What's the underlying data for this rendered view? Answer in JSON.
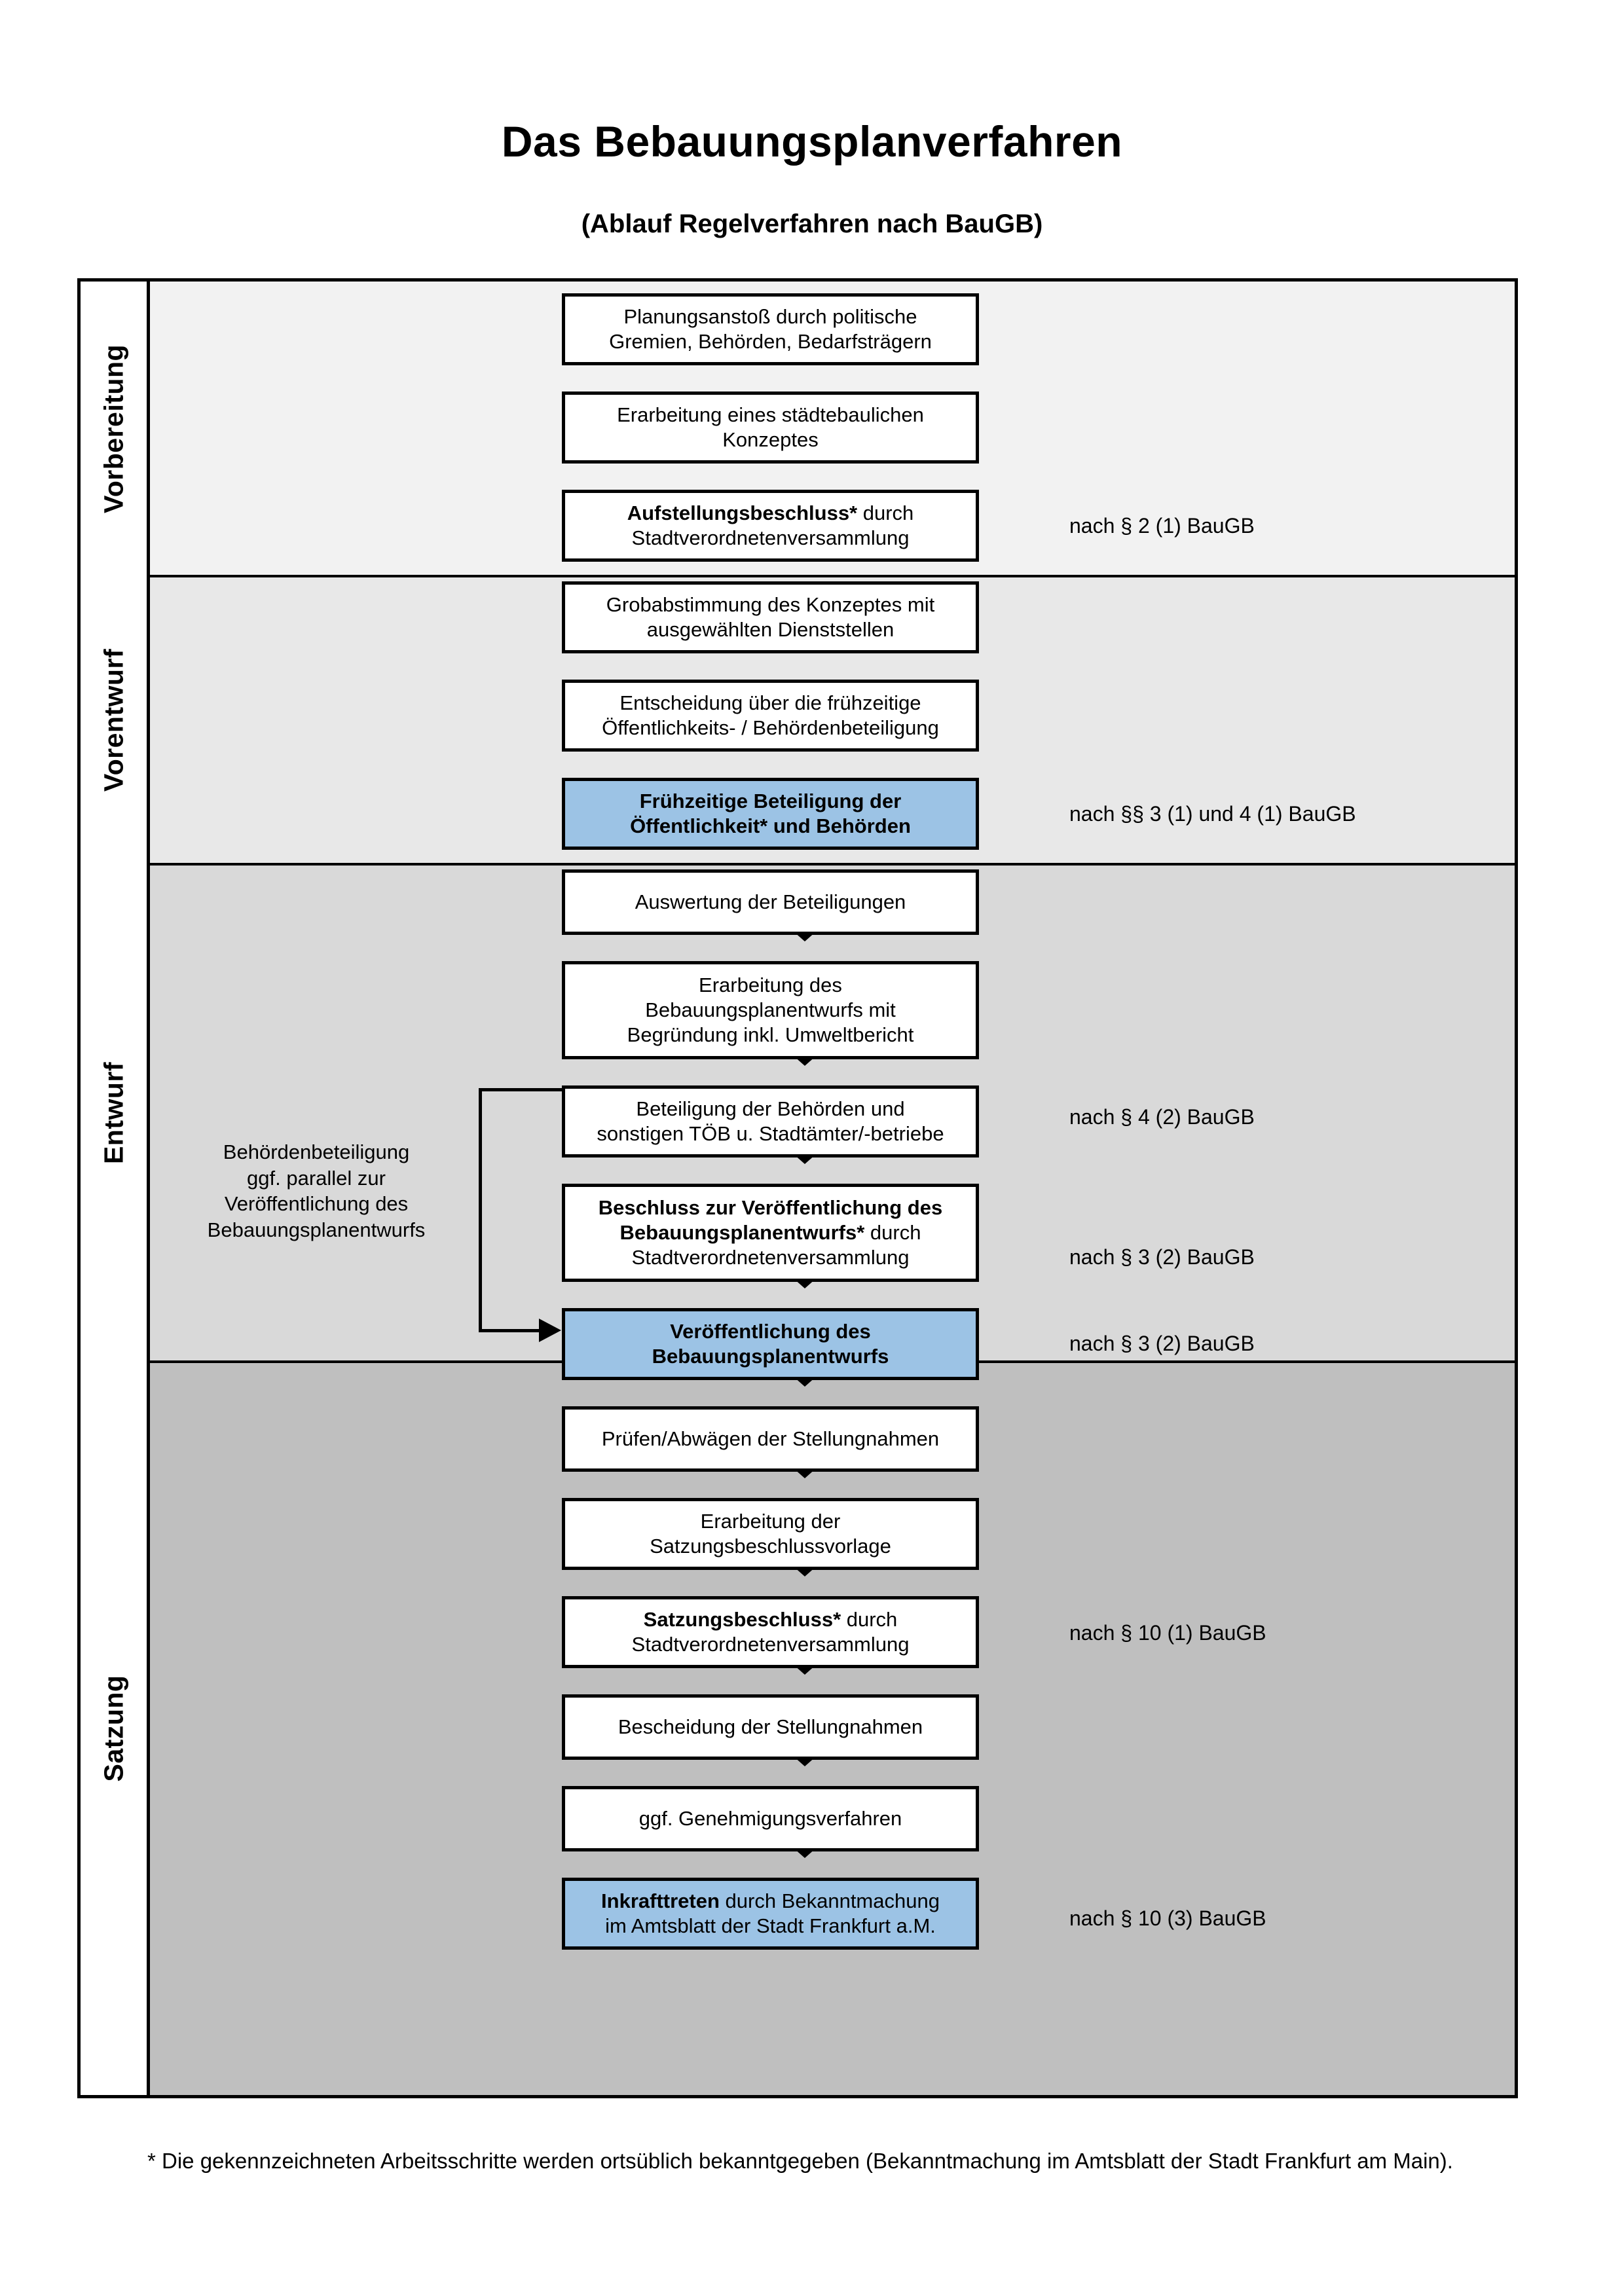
{
  "document": {
    "title": "Das Bebauungsplanverfahren",
    "subtitle": "(Ablauf Regelverfahren nach BauGB)",
    "footnote": "* Die gekennzeichneten Arbeitsschritte werden ortsüblich bekanntgegeben (Bekanntmachung im Amtsblatt  der Stadt Frankfurt am Main)."
  },
  "colors": {
    "highlight_blue": "#9CC3E5",
    "stage_1_bg": "#F2F2F2",
    "stage_2_bg": "#E8E8E8",
    "stage_3_bg": "#D9D9D9",
    "stage_4_bg": "#BFBFBF",
    "border": "#000000"
  },
  "stages": [
    {
      "label": "Vorbereitung"
    },
    {
      "label": "Vorentwurf"
    },
    {
      "label": "Entwurf"
    },
    {
      "label": "Satzung"
    }
  ],
  "sidenote": {
    "text": "Behördenbeteiligung ggf. parallel zur Veröffentlichung des Bebauungsplanentwurfs",
    "line1": "Behördenbeteiligung",
    "line2": "ggf. parallel zur",
    "line3": "Veröffentlichung des",
    "line4": "Bebauungsplanentwurfs"
  },
  "steps": [
    {
      "id": "planungsanstoss",
      "stage": "Vorbereitung",
      "highlight": false,
      "bold_prefix": "",
      "text": "Planungsanstoß durch politische Gremien, Behörden, Bedarfsträgern",
      "line1": "Planungsanstoß durch politische",
      "line2": "Gremien, Behörden, Bedarfsträgern"
    },
    {
      "id": "staedtebauliches-konzept",
      "stage": "Vorbereitung",
      "highlight": false,
      "bold_prefix": "",
      "text": "Erarbeitung eines städtebaulichen Konzeptes",
      "line1": "Erarbeitung eines städtebaulichen",
      "line2": "Konzeptes"
    },
    {
      "id": "aufstellungsbeschluss",
      "stage": "Vorbereitung",
      "highlight": false,
      "bold_prefix": "Aufstellungsbeschluss*",
      "rest": " durch",
      "line2": "Stadtverordnetenversammlung",
      "text": "Aufstellungsbeschluss* durch Stadtverordnetenversammlung"
    },
    {
      "id": "grobabstimmung",
      "stage": "Vorentwurf",
      "highlight": false,
      "bold_prefix": "",
      "text": "Grobabstimmung des Konzeptes mit ausgewählten Dienststellen",
      "line1": "Grobabstimmung des Konzeptes mit",
      "line2": "ausgewählten Dienststellen"
    },
    {
      "id": "entscheidung-fruehzeitige-beteiligung",
      "stage": "Vorentwurf",
      "highlight": false,
      "bold_prefix": "",
      "text": "Entscheidung über die frühzeitige Öffentlichkeits- / Behördenbeteiligung",
      "line1": "Entscheidung über die frühzeitige",
      "line2": "Öffentlichkeits- / Behördenbeteiligung"
    },
    {
      "id": "fruehzeitige-beteiligung",
      "stage": "Vorentwurf",
      "highlight": true,
      "bold_prefix": "Frühzeitige Beteiligung der Öffentlichkeit* und Behörden",
      "text": "Frühzeitige Beteiligung der Öffentlichkeit* und Behörden",
      "line1": "Frühzeitige Beteiligung der",
      "line2": "Öffentlichkeit* und Behörden"
    },
    {
      "id": "auswertung-beteiligungen",
      "stage": "Entwurf",
      "highlight": false,
      "bold_prefix": "",
      "text": "Auswertung der Beteiligungen",
      "line1": "Auswertung der Beteiligungen"
    },
    {
      "id": "erarbeitung-bebauungsplanentwurf",
      "stage": "Entwurf",
      "highlight": false,
      "bold_prefix": "",
      "text": "Erarbeitung des Bebauungsplanentwurfs mit Begründung inkl. Umweltbericht",
      "line1": "Erarbeitung des",
      "line2": "Bebauungsplanentwurfs mit",
      "line3": "Begründung inkl. Umweltbericht"
    },
    {
      "id": "beteiligung-behoerden-toeb",
      "stage": "Entwurf",
      "highlight": false,
      "bold_prefix": "",
      "text": "Beteiligung der Behörden und sonstigen TÖB u. Stadtämter/-betriebe",
      "line1": "Beteiligung der Behörden und",
      "line2": "sonstigen TÖB u. Stadtämter/-betriebe"
    },
    {
      "id": "beschluss-veroeffentlichung",
      "stage": "Entwurf",
      "highlight": false,
      "bold_prefix": "Beschluss zur Veröffentlichung des Bebauungsplanentwurfs*",
      "rest": " durch",
      "line1": "Beschluss zur Veröffentlichung des",
      "line2": "Bebauungsplanentwurfs*",
      "line3": "Stadtverordnetenversammlung",
      "text": "Beschluss zur Veröffentlichung des Bebauungsplanentwurfs* durch Stadtverordnetenversammlung"
    },
    {
      "id": "veroeffentlichung-entwurf",
      "stage": "Entwurf",
      "highlight": true,
      "bold_prefix": "Veröffentlichung des Bebauungsplanentwurfs",
      "text": "Veröffentlichung des Bebauungsplanentwurfs",
      "line1": "Veröffentlichung des",
      "line2": "Bebauungsplanentwurfs"
    },
    {
      "id": "pruefen-abwaegen",
      "stage": "Satzung",
      "highlight": false,
      "bold_prefix": "",
      "text": "Prüfen/Abwägen der Stellungnahmen",
      "line1": "Prüfen/Abwägen der Stellungnahmen"
    },
    {
      "id": "erarbeitung-satzungsbeschlussvorlage",
      "stage": "Satzung",
      "highlight": false,
      "bold_prefix": "",
      "text": "Erarbeitung der Satzungsbeschlussvorlage",
      "line1": "Erarbeitung der",
      "line2": "Satzungsbeschlussvorlage"
    },
    {
      "id": "satzungsbeschluss",
      "stage": "Satzung",
      "highlight": false,
      "bold_prefix": "Satzungsbeschluss*",
      "rest": " durch",
      "line2": "Stadtverordnetenversammlung",
      "text": "Satzungsbeschluss* durch Stadtverordnetenversammlung"
    },
    {
      "id": "bescheidung-stellungnahmen",
      "stage": "Satzung",
      "highlight": false,
      "bold_prefix": "",
      "text": "Bescheidung der Stellungnahmen",
      "line1": "Bescheidung der Stellungnahmen"
    },
    {
      "id": "genehmigungsverfahren",
      "stage": "Satzung",
      "highlight": false,
      "bold_prefix": "",
      "text": "ggf. Genehmigungsverfahren",
      "line1": "ggf. Genehmigungsverfahren"
    },
    {
      "id": "inkrafttreten",
      "stage": "Satzung",
      "highlight": true,
      "bold_prefix": "Inkrafttreten",
      "rest": " durch Bekanntmachung",
      "line2": "im Amtsblatt der Stadt Frankfurt a.M.",
      "text": "Inkrafttreten durch Bekanntmachung im Amtsblatt der Stadt Frankfurt a.M."
    }
  ],
  "legal_notes": [
    {
      "id": "note-2-1",
      "text": "nach § 2 (1) BauGB"
    },
    {
      "id": "note-3-1-4-1",
      "text": "nach §§ 3 (1) und 4 (1) BauGB"
    },
    {
      "id": "note-4-2",
      "text": "nach § 4 (2) BauGB"
    },
    {
      "id": "note-3-2-a",
      "text": "nach § 3 (2) BauGB"
    },
    {
      "id": "note-3-2-b",
      "text": "nach § 3 (2) BauGB"
    },
    {
      "id": "note-10-1",
      "text": "nach § 10 (1) BauGB"
    },
    {
      "id": "note-10-3",
      "text": "nach § 10 (3) BauGB"
    }
  ]
}
